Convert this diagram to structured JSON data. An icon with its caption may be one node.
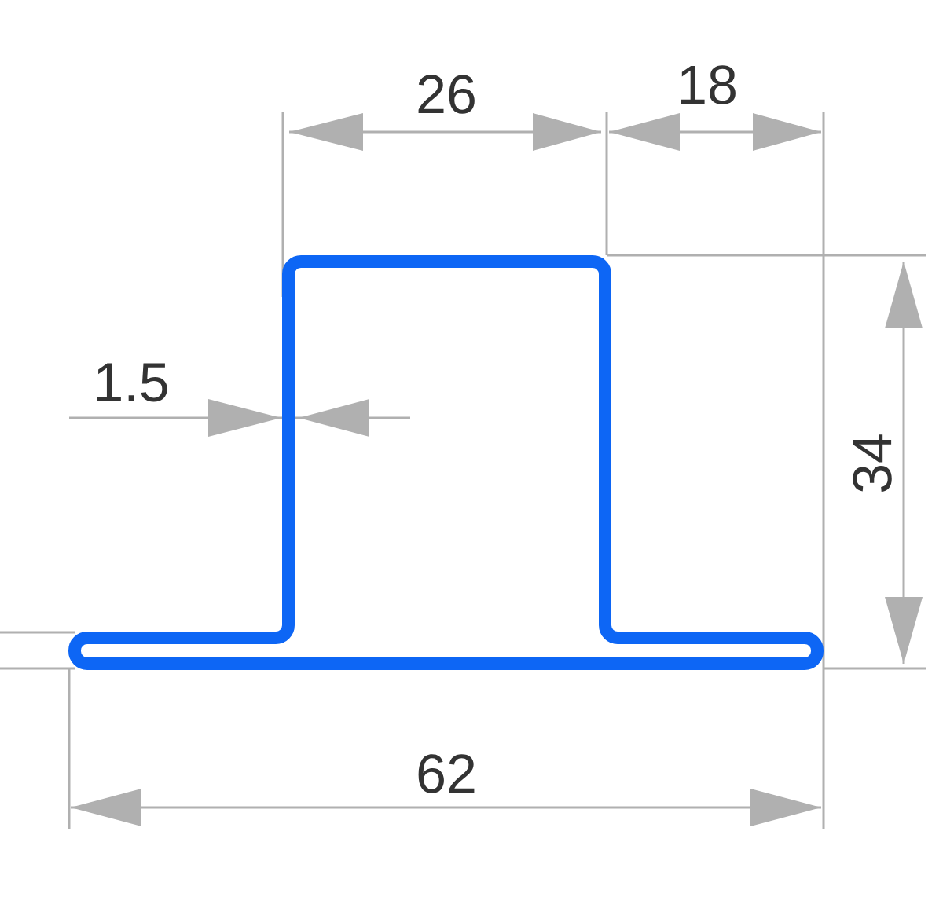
{
  "diagram": {
    "labels": [
      "26",
      "18",
      "1.5",
      "34",
      "62"
    ]
  }
}
